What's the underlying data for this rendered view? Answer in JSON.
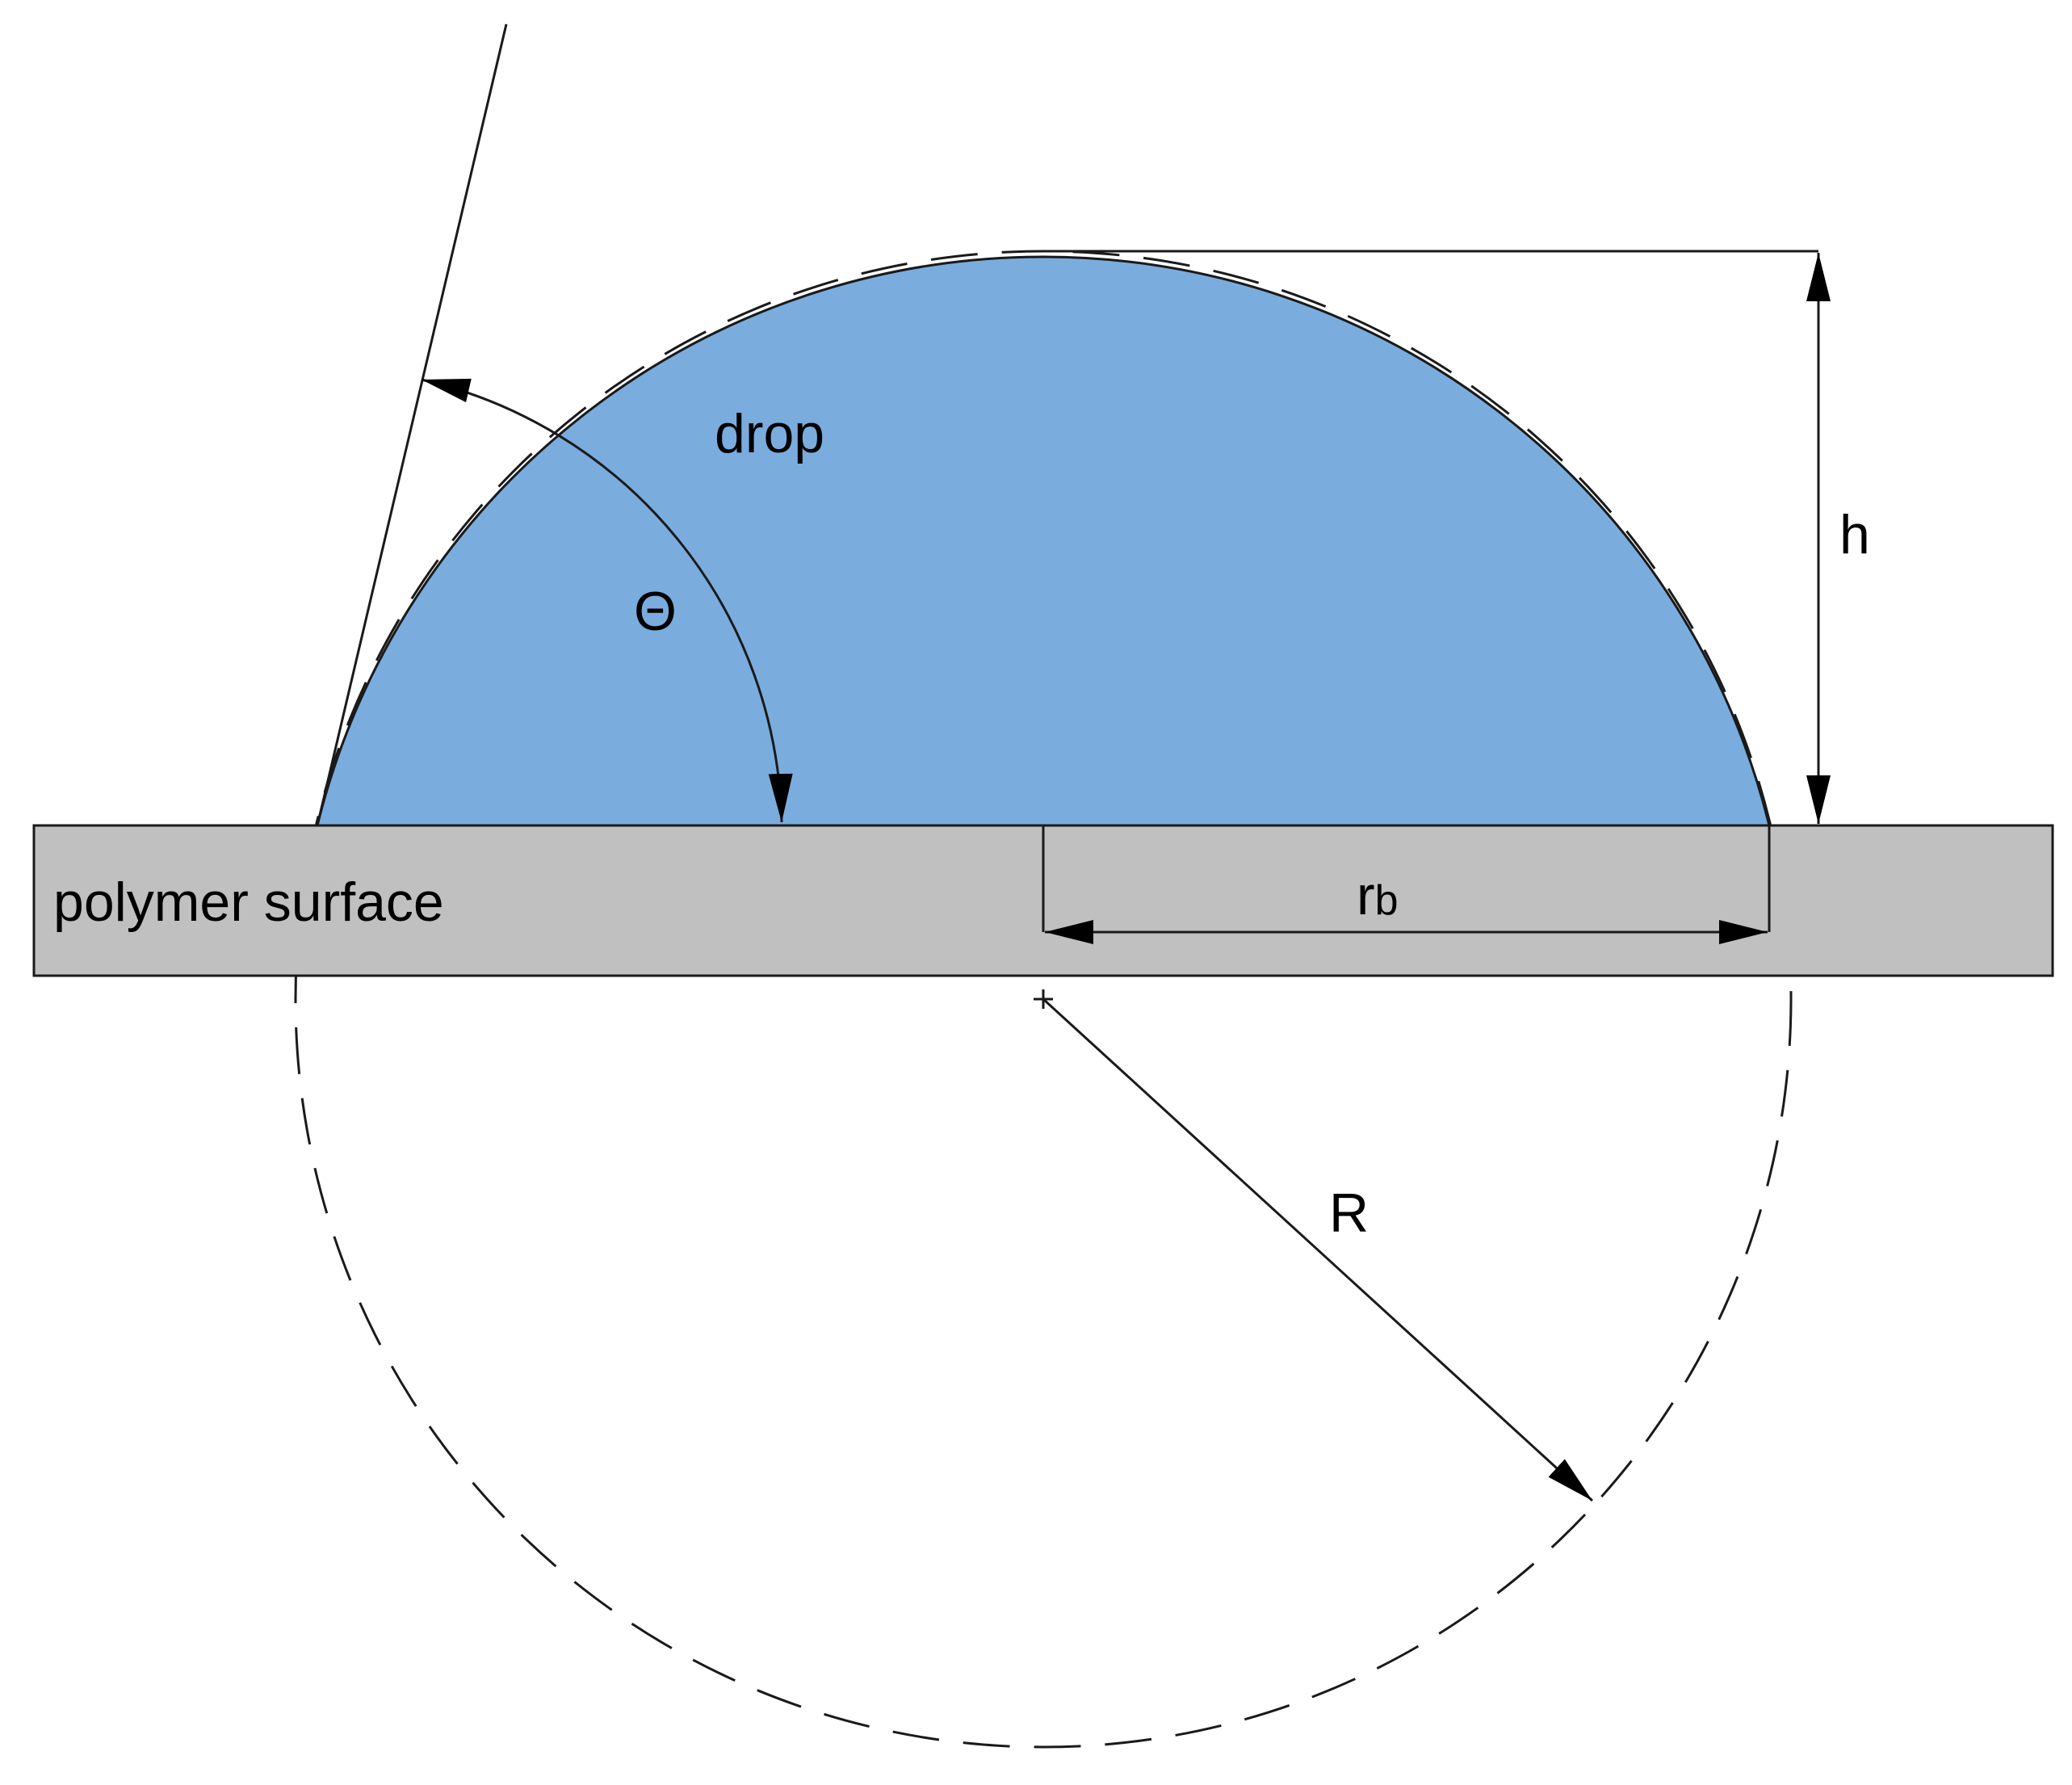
{
  "labels": {
    "drop": "drop",
    "theta": "Θ",
    "height": "h",
    "base_radius_main": "r",
    "base_radius_sub": "b",
    "radius": "R",
    "surface": "polymer surface"
  },
  "colors": {
    "drop_fill": "#7aadde",
    "surface_fill": "#c0c0c0",
    "stroke": "#1a1a1a",
    "background": "#ffffff"
  }
}
